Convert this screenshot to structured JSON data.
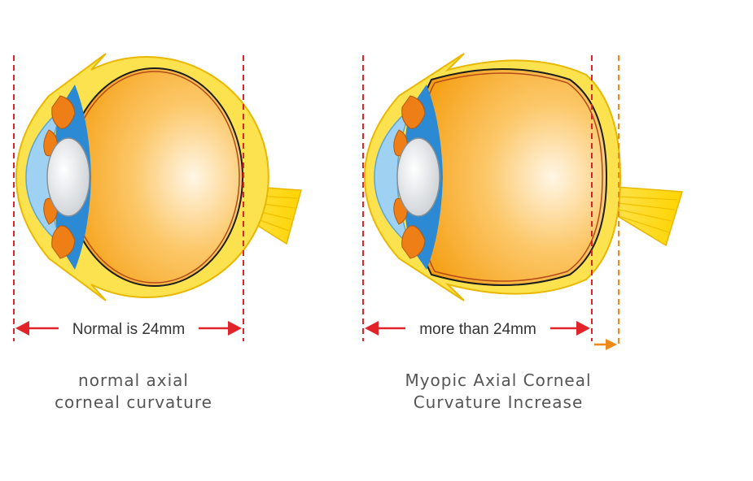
{
  "normal_eye": {
    "measure_label": "Normal is 24mm",
    "caption_line1": "normal axial",
    "caption_line2": "corneal curvature"
  },
  "myopic_eye": {
    "measure_label": "more than 24mm",
    "caption_line1": "Myopic Axial Corneal",
    "caption_line2": "Curvature Increase"
  },
  "colors": {
    "sclera": "#fde24f",
    "sclera_outline": "#e8b800",
    "vitreous": "#f7a71e",
    "vitreous_light": "#fff3df",
    "iris": "#ee7f16",
    "ciliary_blue": "#2b8ad3",
    "cornea_blue": "#9fd2f2",
    "lens": "#e4e7ea",
    "guide_red": "#e0242a",
    "guide_orange": "#f08a16",
    "retina": "#7a1a10"
  }
}
